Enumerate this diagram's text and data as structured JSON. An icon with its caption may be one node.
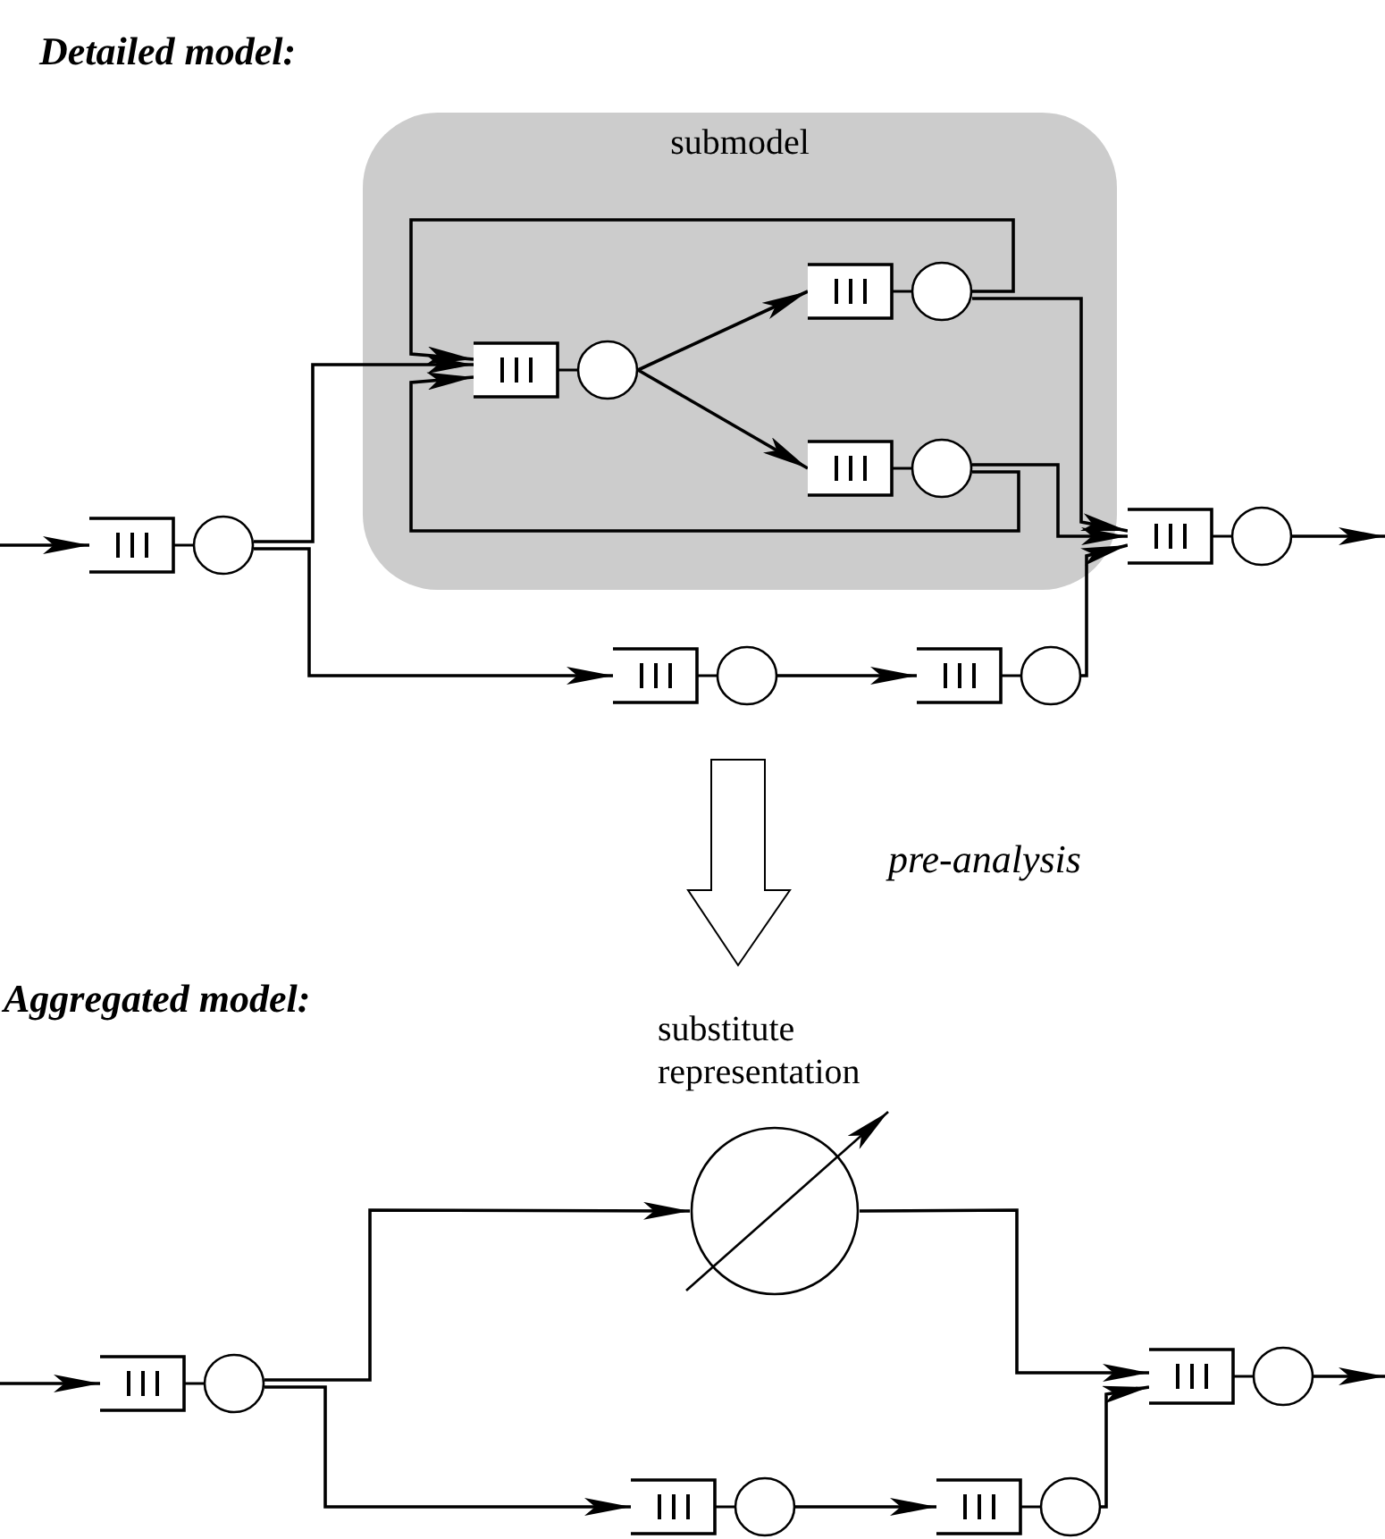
{
  "diagram": {
    "nodes": [
      {
        "text": [
          "submodel"
        ]
      },
      {
        "text": [],
        "shape": "queue"
      },
      {
        "text": [],
        "shape": "queue",
        "in": 0
      },
      {
        "text": [],
        "shape": "queue",
        "in": 0
      },
      {
        "text": [],
        "shape": "queue",
        "in": 0
      },
      {
        "text": [],
        "shape": "queue"
      },
      {
        "text": [],
        "shape": "queue"
      },
      {
        "text": [],
        "shape": "queue"
      },
      {
        "text": [],
        "shape": "queue"
      },
      {
        "text": [],
        "shape": "circle",
        "beside": [
          "substitute representation"
        ]
      },
      {
        "text": [],
        "shape": "queue"
      },
      {
        "text": [],
        "shape": "queue"
      },
      {
        "text": [],
        "shape": "queue"
      }
    ],
    "edges": [
      {
        "from": null,
        "to": 1,
        "arrow": "to"
      },
      {
        "from": 1,
        "to": 2,
        "arrow": "to"
      },
      {
        "from": 1,
        "to": 6,
        "arrow": "to"
      },
      {
        "from": 2,
        "to": 3,
        "arrow": "to"
      },
      {
        "from": 2,
        "to": 4,
        "arrow": "to"
      },
      {
        "from": 3,
        "to": 2,
        "arrow": "to"
      },
      {
        "from": 4,
        "to": 2,
        "arrow": "to"
      },
      {
        "from": 3,
        "to": 5,
        "arrow": "to"
      },
      {
        "from": 4,
        "to": 5,
        "arrow": "to"
      },
      {
        "from": 6,
        "to": 7,
        "arrow": "to"
      },
      {
        "from": 7,
        "to": 5,
        "arrow": "to"
      },
      {
        "from": 5,
        "to": null,
        "arrow": "to"
      },
      {
        "from": null,
        "to": 8,
        "arrow": "to"
      },
      {
        "from": 8,
        "to": 9,
        "arrow": "to"
      },
      {
        "from": 8,
        "to": 10,
        "arrow": "to"
      },
      {
        "from": 9,
        "to": 12,
        "arrow": "to"
      },
      {
        "from": 10,
        "to": 11,
        "arrow": "to"
      },
      {
        "from": 11,
        "to": 12,
        "arrow": "to"
      },
      {
        "from": 12,
        "to": null,
        "arrow": "to"
      }
    ],
    "labels": [
      "Detailed model:",
      "pre-analysis",
      "Aggregated model:"
    ]
  }
}
